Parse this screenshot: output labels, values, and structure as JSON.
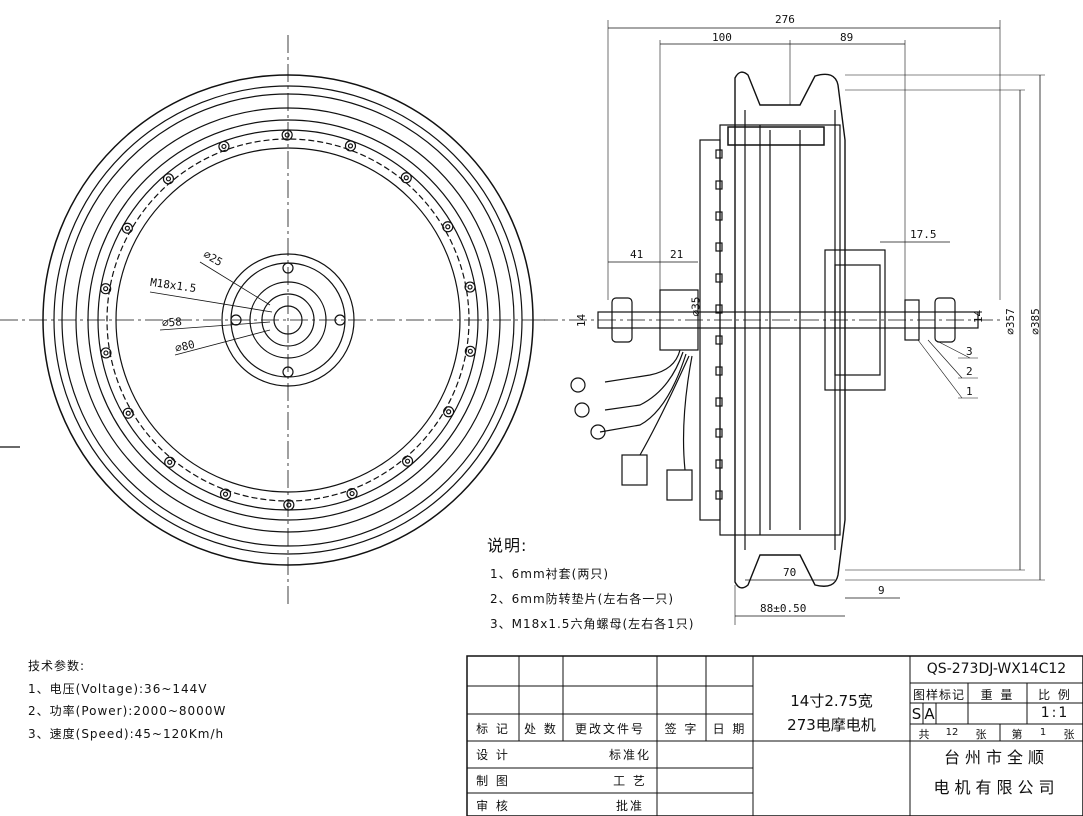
{
  "front_view": {
    "dims": {
      "d25": "⌀25",
      "thread": "M18x1.5",
      "d58": "⌀58",
      "d80": "⌀80"
    }
  },
  "side_view": {
    "dims": {
      "overall": "276",
      "left": "100",
      "right": "89",
      "axle_left": "41",
      "axle_mid": "21",
      "axle_right": "17.5",
      "flat_left": "14",
      "d35": "⌀35",
      "flat_right": "14",
      "d357": "⌀357",
      "d385": "⌀385",
      "rim_inner": "70",
      "rim_offset": "9",
      "rim_width": "88±0.50",
      "callout_3": "3",
      "callout_2": "2",
      "callout_1": "1"
    }
  },
  "notes": {
    "title": "说明:",
    "items": [
      "1、6mm衬套(两只)",
      "2、6mm防转垫片(左右各一只)",
      "3、M18x1.5六角螺母(左右各1只)"
    ]
  },
  "specs": {
    "title": "技术参数:",
    "items": [
      "1、电压(Voltage):36~144V",
      "2、功率(Power):2000~8000W",
      "3、速度(Speed):45~120Km/h"
    ]
  },
  "title_block": {
    "rev_headers": [
      "标 记",
      "处 数",
      "更改文件号",
      "签 字",
      "日 期"
    ],
    "row_labels": [
      "设 计",
      "制 图",
      "审 核"
    ],
    "mid_labels": [
      "标准化",
      "工 艺",
      "批准"
    ],
    "product_name_1": "14寸2.75宽",
    "product_name_2": "273电摩电机",
    "drawing_number": "QS-273DJ-WX14C12",
    "mark_label": "图样标记",
    "weight_label": "重 量",
    "scale_label": "比 例",
    "mark_s": "S",
    "mark_a": "A",
    "scale": "1:1",
    "sheets_total_label": "共",
    "sheets_total": "12",
    "sheet_unit": "张",
    "sheet_no_label": "第",
    "sheet_no": "1",
    "sheet_unit_2": "张",
    "company_1": "台州市全顺",
    "company_2": "电机有限公司"
  }
}
